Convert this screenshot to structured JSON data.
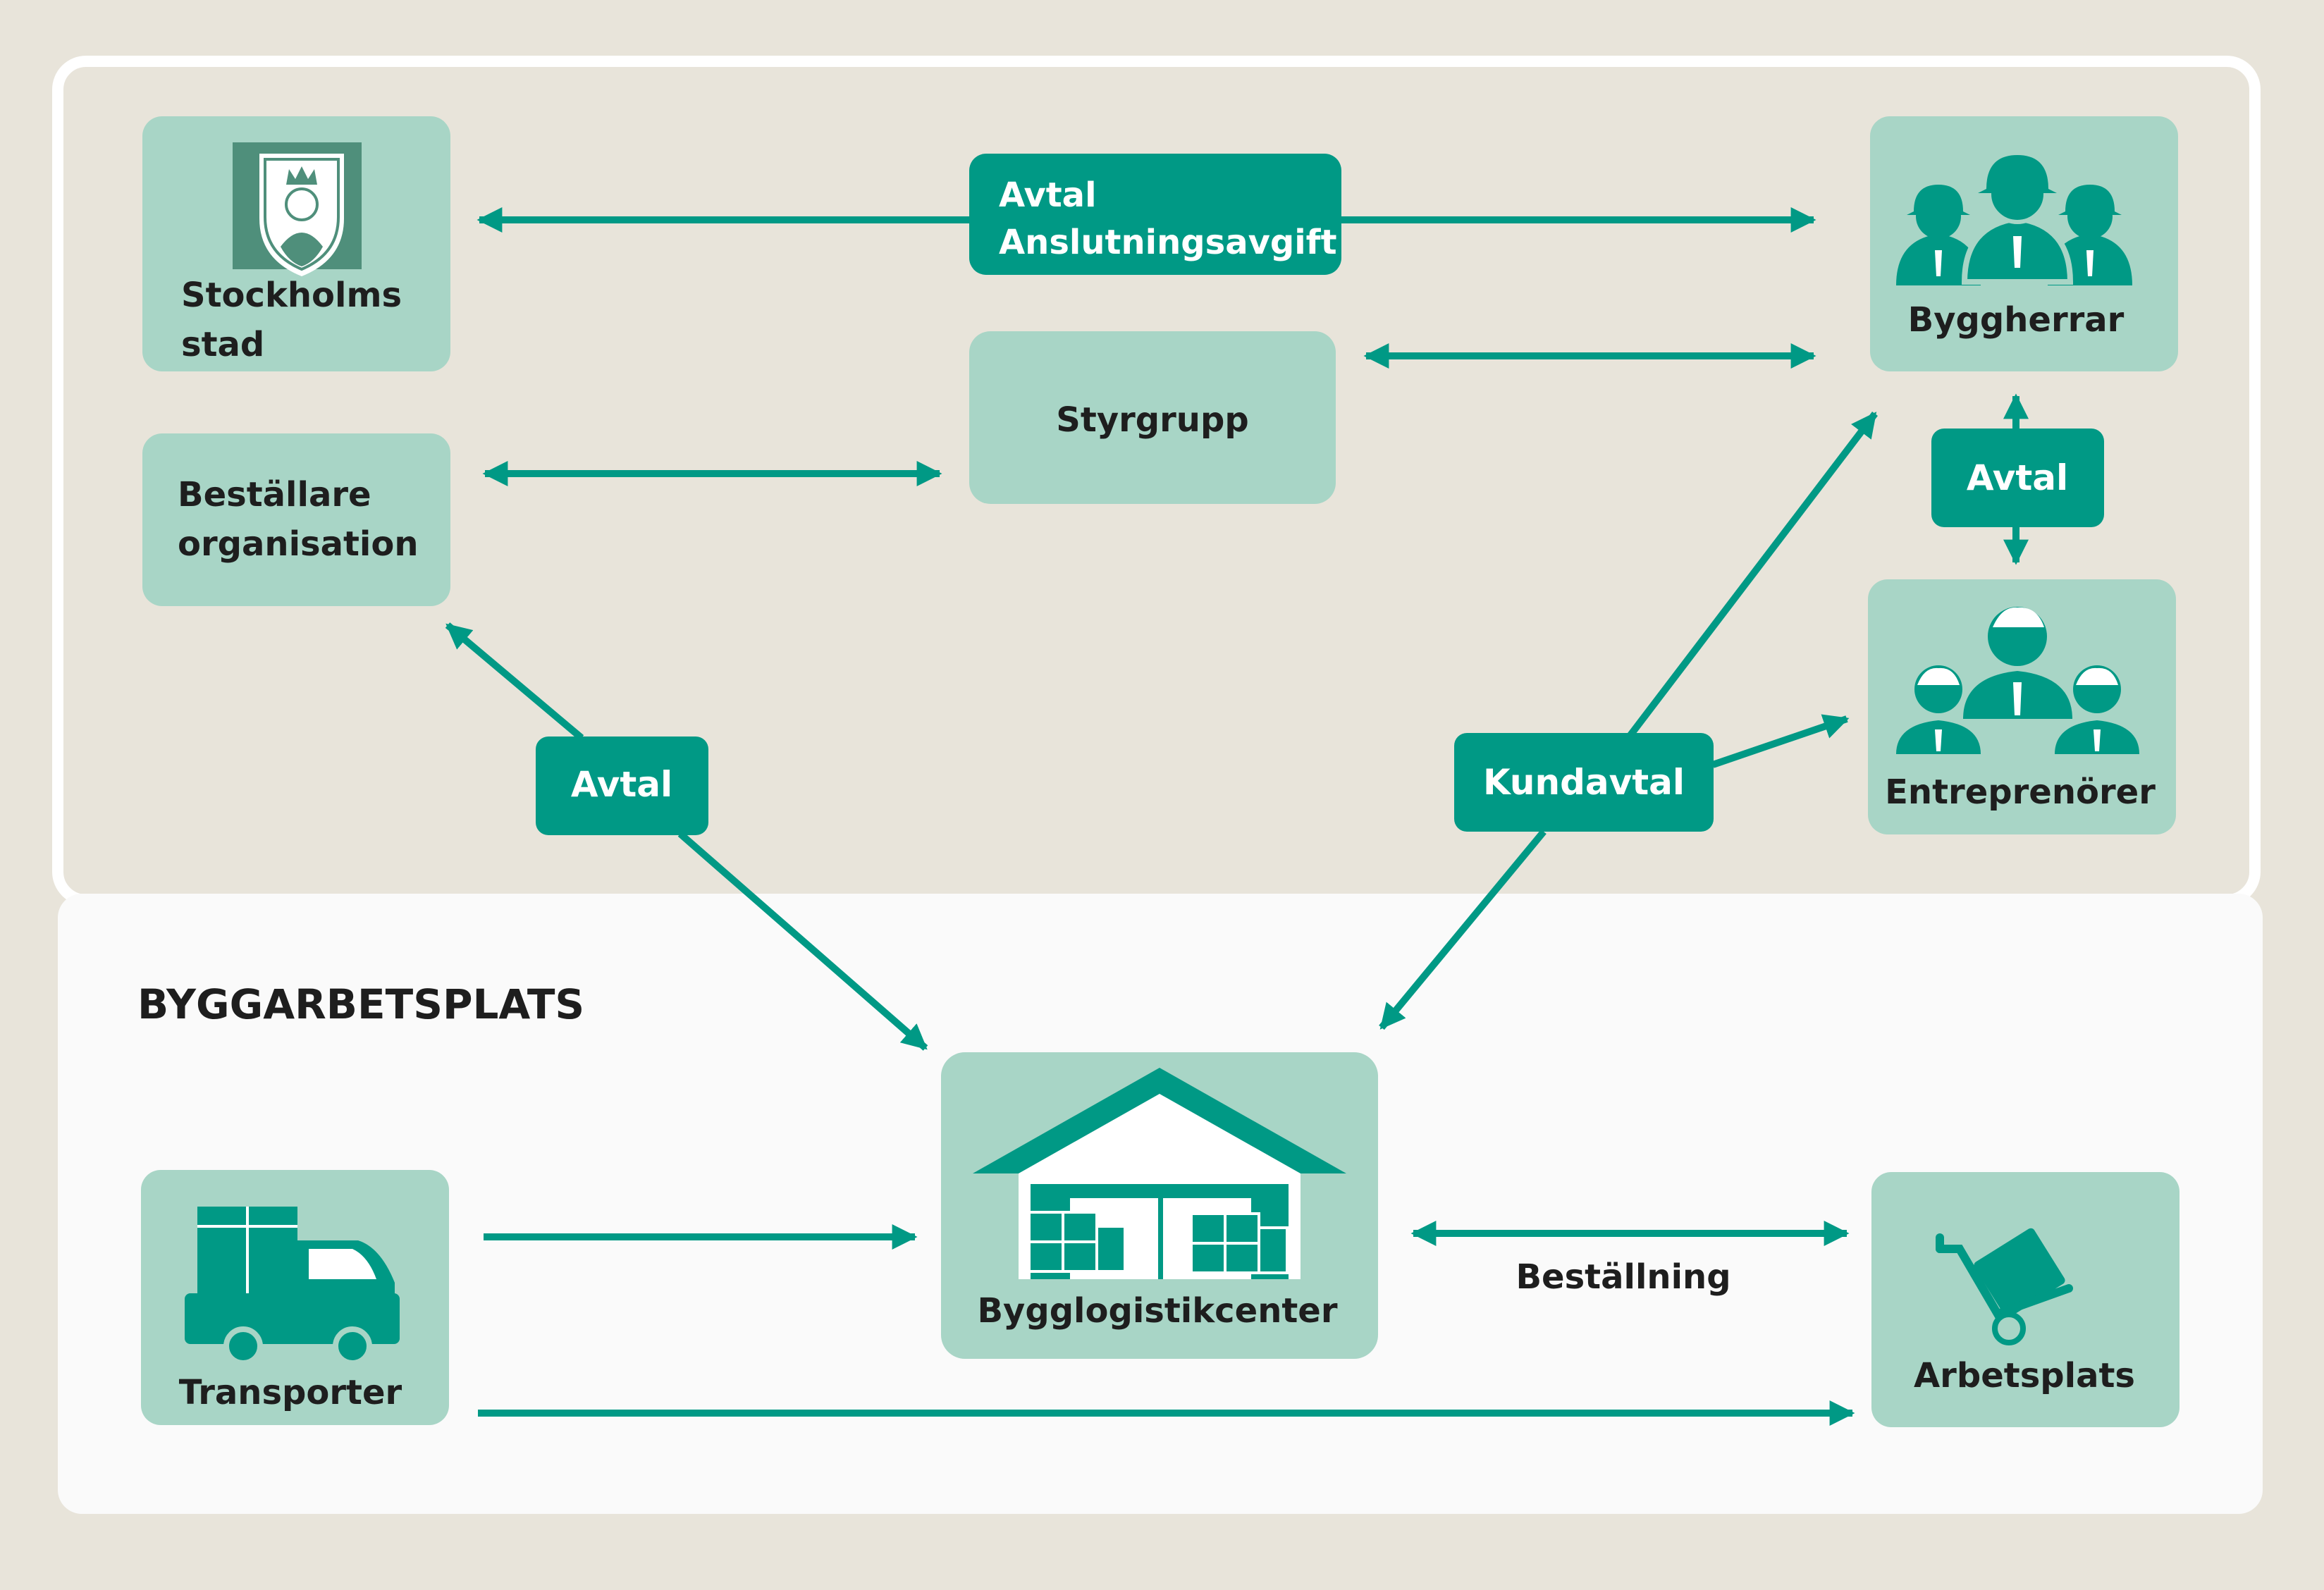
{
  "colors": {
    "page_bg": "#e8e4da",
    "panel_upper": "#e8e4da",
    "panel_lower": "#fafafa",
    "panel_border": "#ffffff",
    "box_fill": "#a8d5c6",
    "accent": "#009985",
    "accent_light": "#4f8f7b",
    "text_dark": "#1e1e1e",
    "text_light": "#ffffff"
  },
  "section": {
    "title": "BYGGARBETSPLATS"
  },
  "nodes": {
    "stockholm": {
      "line1": "Stockholms",
      "line2": "stad",
      "icon": "city-crest-icon"
    },
    "bestallare": {
      "line1": "Beställare",
      "line2": "organisation"
    },
    "styrgrupp": {
      "label": "Styrgrupp"
    },
    "byggherrar": {
      "label": "Byggherrar",
      "icon": "hard-hat-people-icon"
    },
    "entreprenorer": {
      "label": "Entreprenörer",
      "icon": "business-people-icon"
    },
    "bygglogistikcenter": {
      "label": "Bygglogistikcenter",
      "icon": "warehouse-icon"
    },
    "transporter": {
      "label": "Transporter",
      "icon": "truck-icon"
    },
    "arbetsplats": {
      "label": "Arbetsplats",
      "icon": "hand-truck-icon"
    }
  },
  "badges": {
    "avtal_top": {
      "line1": "Avtal",
      "line2": "Anslutningsavgift"
    },
    "avtal_right": {
      "label": "Avtal"
    },
    "avtal_left": {
      "label": "Avtal"
    },
    "kundavtal": {
      "label": "Kundavtal"
    }
  },
  "edge_labels": {
    "bestallning": "Beställning"
  }
}
